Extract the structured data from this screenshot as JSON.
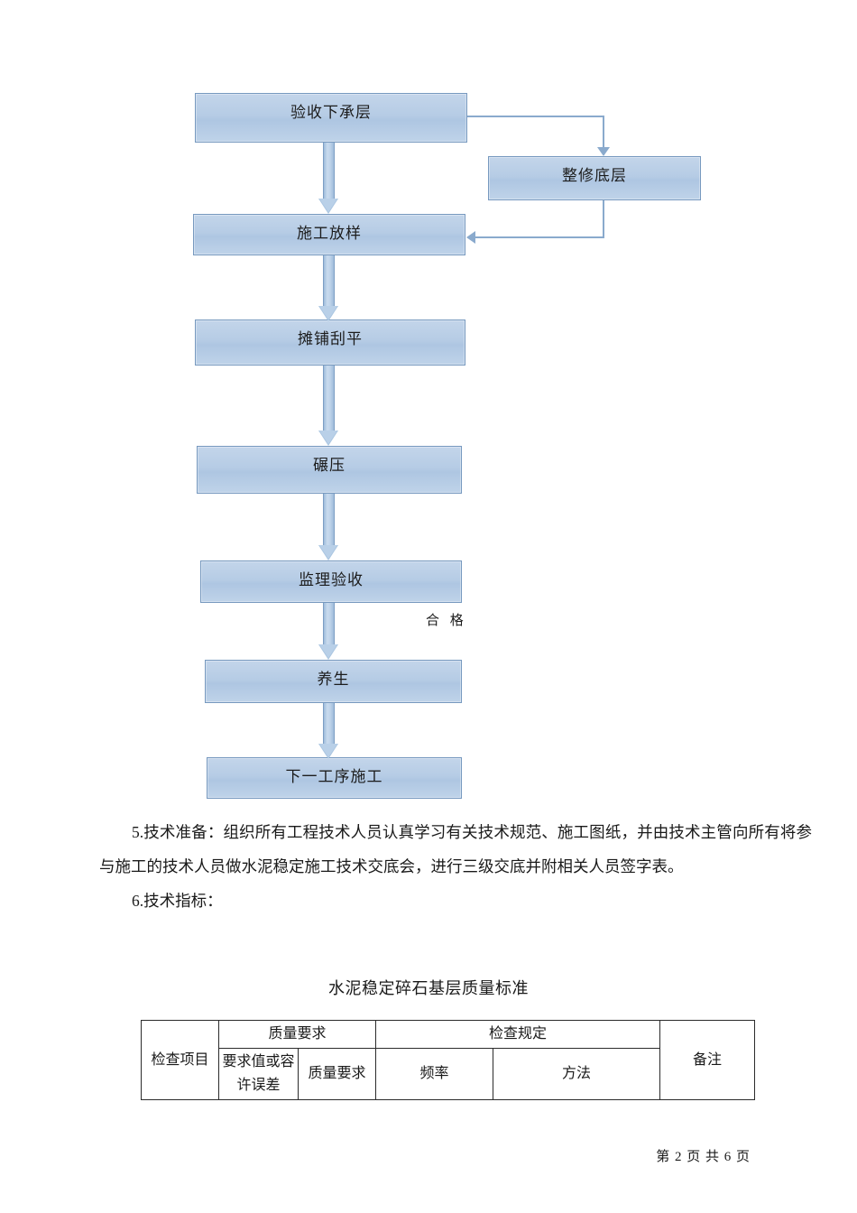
{
  "document": {
    "page_footer": "第 2 页 共 6 页"
  },
  "flowchart": {
    "nodes": [
      {
        "id": "accept-subbase",
        "label": "验收下承层"
      },
      {
        "id": "repair-base",
        "label": "整修底层"
      },
      {
        "id": "setting-out",
        "label": "施工放样"
      },
      {
        "id": "spread-level",
        "label": "摊铺刮平"
      },
      {
        "id": "rolling",
        "label": "碾压"
      },
      {
        "id": "supervision",
        "label": "监理验收"
      },
      {
        "id": "curing",
        "label": "养生"
      },
      {
        "id": "next-process",
        "label": "下一工序施工"
      }
    ],
    "edge_labels": [
      {
        "id": "qualified",
        "label": "合  格"
      }
    ],
    "colors": {
      "node_fill_light": "#c3d5ea",
      "node_fill_dark": "#aec6e2",
      "node_border": "#7799bf",
      "connector": "#8aaacd"
    }
  },
  "body": {
    "paragraph_5": "5.技术准备：组织所有工程技术人员认真学习有关技术规范、施工图纸，并由技术主管向所有将参与施工的技术人员做水泥稳定施工技术交底会，进行三级交底并附相关人员签字表。",
    "paragraph_6": "6.技术指标："
  },
  "table": {
    "title": "水泥稳定碎石基层质量标准",
    "header_row_1": [
      {
        "text": "检查项目",
        "rowspan": 2,
        "colspan": 1
      },
      {
        "text": "质量要求",
        "rowspan": 1,
        "colspan": 2
      },
      {
        "text": "检查规定",
        "rowspan": 1,
        "colspan": 2
      },
      {
        "text": "备注",
        "rowspan": 2,
        "colspan": 1
      }
    ],
    "header_row_2": [
      {
        "text": "要求值或容许误差"
      },
      {
        "text": "质量要求"
      },
      {
        "text": "频率"
      },
      {
        "text": "方法"
      }
    ]
  }
}
